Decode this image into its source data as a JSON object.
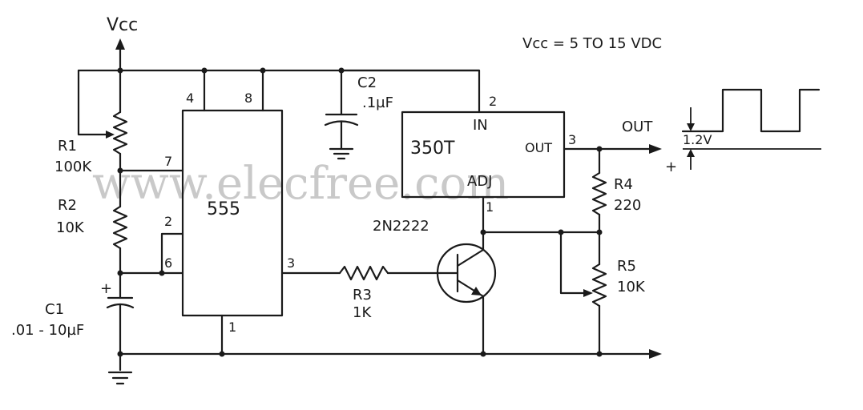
{
  "supply": {
    "label": "Vcc",
    "spec": "Vcc = 5 TO 15 VDC"
  },
  "watermark": "www.elecfree.com",
  "ic_555": {
    "name": "555",
    "pins": [
      "4",
      "8",
      "7",
      "2",
      "6",
      "3",
      "1"
    ]
  },
  "regulator": {
    "name": "350T",
    "in_label": "IN",
    "out_label": "OUT",
    "adj_label": "ADJ",
    "pins": [
      "2",
      "3",
      "1"
    ]
  },
  "transistor": {
    "name": "2N2222"
  },
  "components": {
    "r1": {
      "ref": "R1",
      "value": "100K"
    },
    "r2": {
      "ref": "R2",
      "value": "10K"
    },
    "r3": {
      "ref": "R3",
      "value": "1K"
    },
    "r4": {
      "ref": "R4",
      "value": "220"
    },
    "r5": {
      "ref": "R5",
      "value": "10K"
    },
    "c1": {
      "ref": "C1",
      "value": ".01 - 10µF",
      "polarity": "+"
    },
    "c2": {
      "ref": "C2",
      "value": ".1µF"
    }
  },
  "output": {
    "label": "OUT",
    "plus": "+",
    "step": "1.2V"
  }
}
